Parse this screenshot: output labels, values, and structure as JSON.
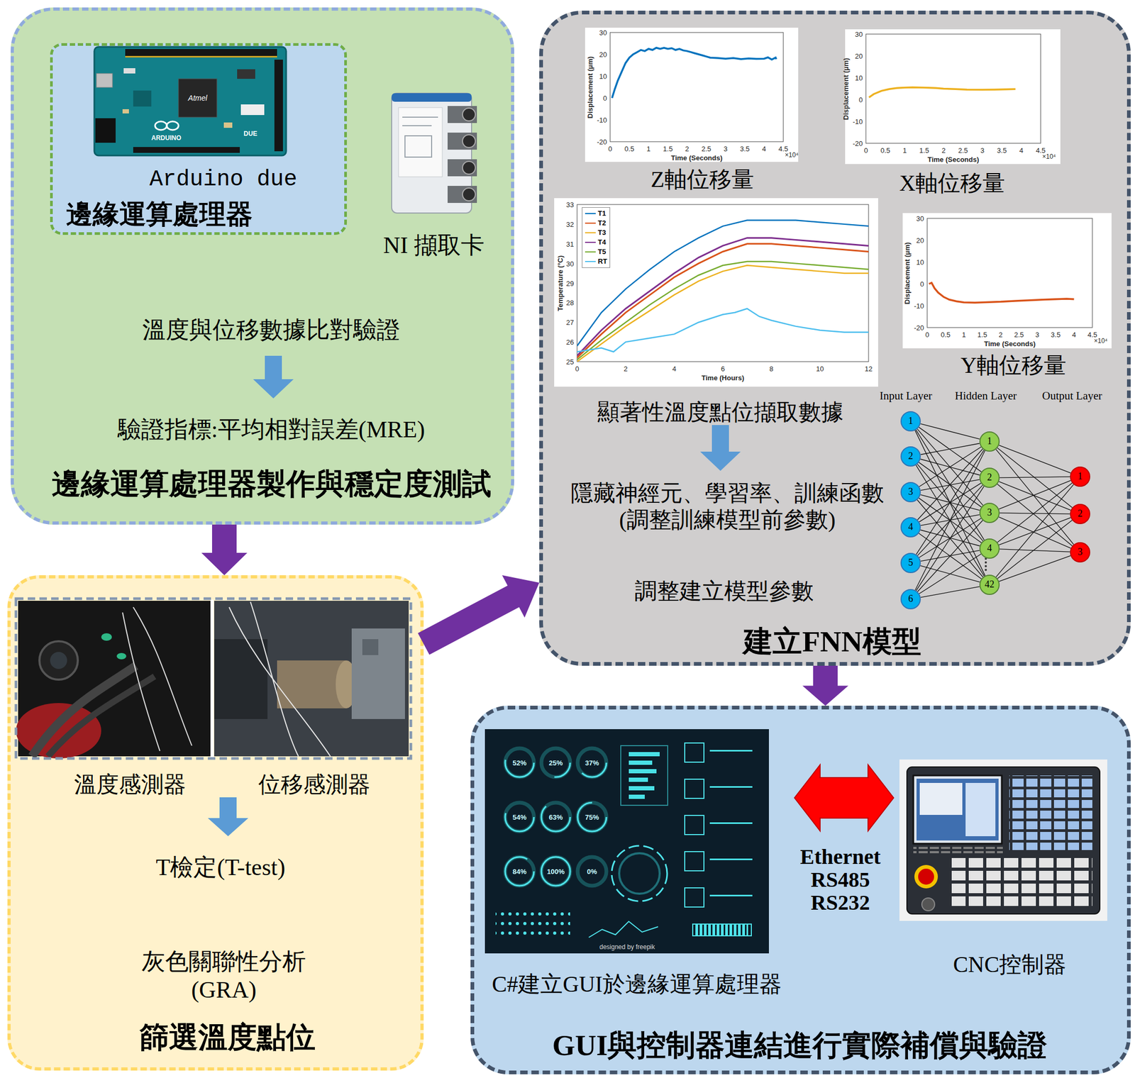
{
  "diagram": {
    "nodes": [
      {
        "text": [
          "NI 擷取卡",
          "溫度與位移數據比對驗證",
          "驗證指標:平均相對誤差(MRE)",
          "邊緣運算處理器製作與穩定度測試"
        ]
      },
      {
        "text": [
          "Arduino due",
          "邊緣運算處理器"
        ],
        "in": 0
      },
      {
        "text": [
          "溫度感測器",
          "位移感測器",
          "T檢定(T-test)",
          "灰色關聯性分析 (GRA)",
          "篩選溫度點位"
        ]
      },
      {
        "text": [
          "Z軸位移量",
          "X軸位移量",
          "顯著性溫度點位擷取數據",
          "Y軸位移量",
          "隱藏神經元、學習率、訓練函數 (調整訓練模型前參數)",
          "調整建立模型參數",
          "建立FNN模型"
        ]
      },
      {
        "text": [
          "1"
        ],
        "in": 3
      },
      {
        "text": [
          "2"
        ],
        "in": 3
      },
      {
        "text": [
          "3"
        ],
        "in": 3
      },
      {
        "text": [
          "4"
        ],
        "in": 3
      },
      {
        "text": [
          "5"
        ],
        "in": 3
      },
      {
        "text": [
          "6"
        ],
        "in": 3
      },
      {
        "text": [
          "1"
        ],
        "in": 3
      },
      {
        "text": [
          "2"
        ],
        "in": 3
      },
      {
        "text": [
          "3"
        ],
        "in": 3
      },
      {
        "text": [
          "4"
        ],
        "in": 3
      },
      {
        "text": [
          "42"
        ],
        "in": 3
      },
      {
        "text": [
          "1"
        ],
        "in": 3
      },
      {
        "text": [
          "2"
        ],
        "in": 3
      },
      {
        "text": [
          "3"
        ],
        "in": 3
      },
      {
        "text": [
          "GUI與控制器連結進行實際補償與驗證"
        ]
      },
      {
        "text": [
          "C#建立GUI於邊緣運算處理器"
        ],
        "in": 18
      },
      {
        "text": [
          "CNC控制器"
        ],
        "in": 18
      }
    ],
    "edges": [
      {
        "from": 0,
        "to": 2,
        "arrow": "to"
      },
      {
        "from": 2,
        "to": 3,
        "arrow": "to"
      },
      {
        "from": 3,
        "to": 18,
        "arrow": "to"
      },
      {
        "from": 19,
        "to": 20,
        "label": "Ethernet RS485 RS232",
        "arrow": "both"
      },
      {
        "from": 4,
        "to": 10,
        "arrow": "none"
      },
      {
        "from": 4,
        "to": 11,
        "arrow": "none"
      },
      {
        "from": 4,
        "to": 12,
        "arrow": "none"
      },
      {
        "from": 4,
        "to": 13,
        "arrow": "none"
      },
      {
        "from": 4,
        "to": 14,
        "arrow": "none"
      },
      {
        "from": 5,
        "to": 10,
        "arrow": "none"
      },
      {
        "from": 5,
        "to": 11,
        "arrow": "none"
      },
      {
        "from": 5,
        "to": 12,
        "arrow": "none"
      },
      {
        "from": 5,
        "to": 13,
        "arrow": "none"
      },
      {
        "from": 5,
        "to": 14,
        "arrow": "none"
      },
      {
        "from": 6,
        "to": 10,
        "arrow": "none"
      },
      {
        "from": 6,
        "to": 11,
        "arrow": "none"
      },
      {
        "from": 6,
        "to": 12,
        "arrow": "none"
      },
      {
        "from": 6,
        "to": 13,
        "arrow": "none"
      },
      {
        "from": 6,
        "to": 14,
        "arrow": "none"
      },
      {
        "from": 7,
        "to": 10,
        "arrow": "none"
      },
      {
        "from": 7,
        "to": 11,
        "arrow": "none"
      },
      {
        "from": 7,
        "to": 12,
        "arrow": "none"
      },
      {
        "from": 7,
        "to": 13,
        "arrow": "none"
      },
      {
        "from": 7,
        "to": 14,
        "arrow": "none"
      },
      {
        "from": 8,
        "to": 10,
        "arrow": "none"
      },
      {
        "from": 8,
        "to": 11,
        "arrow": "none"
      },
      {
        "from": 8,
        "to": 12,
        "arrow": "none"
      },
      {
        "from": 8,
        "to": 13,
        "arrow": "none"
      },
      {
        "from": 8,
        "to": 14,
        "arrow": "none"
      },
      {
        "from": 9,
        "to": 10,
        "arrow": "none"
      },
      {
        "from": 9,
        "to": 11,
        "arrow": "none"
      },
      {
        "from": 9,
        "to": 12,
        "arrow": "none"
      },
      {
        "from": 9,
        "to": 13,
        "arrow": "none"
      },
      {
        "from": 9,
        "to": 14,
        "arrow": "none"
      },
      {
        "from": 10,
        "to": 15,
        "arrow": "none"
      },
      {
        "from": 10,
        "to": 16,
        "arrow": "none"
      },
      {
        "from": 10,
        "to": 17,
        "arrow": "none"
      },
      {
        "from": 11,
        "to": 15,
        "arrow": "none"
      },
      {
        "from": 11,
        "to": 16,
        "arrow": "none"
      },
      {
        "from": 11,
        "to": 17,
        "arrow": "none"
      },
      {
        "from": 12,
        "to": 15,
        "arrow": "none"
      },
      {
        "from": 12,
        "to": 16,
        "arrow": "none"
      },
      {
        "from": 12,
        "to": 17,
        "arrow": "none"
      },
      {
        "from": 13,
        "to": 15,
        "arrow": "none"
      },
      {
        "from": 13,
        "to": 16,
        "arrow": "none"
      },
      {
        "from": 13,
        "to": 17,
        "arrow": "none"
      },
      {
        "from": 14,
        "to": 15,
        "arrow": "none"
      },
      {
        "from": 14,
        "to": 16,
        "arrow": "none"
      },
      {
        "from": 14,
        "to": 17,
        "arrow": "none"
      }
    ],
    "labels": [
      "ARDUINO",
      "DUE",
      "Atmel",
      "30",
      "20",
      "10",
      "0",
      "-10",
      "-20",
      "0",
      "0.5",
      "1",
      "1.5",
      "2",
      "2.5",
      "3",
      "3.5",
      "4",
      "4.5",
      "×10⁴",
      "Displacement (μm)",
      "Time (Seconds)",
      "30",
      "20",
      "10",
      "0",
      "-10",
      "-20",
      "0",
      "0.5",
      "1",
      "1.5",
      "2",
      "2.5",
      "3",
      "3.5",
      "4",
      "4.5",
      "×10⁴",
      "Displacement (μm)",
      "Time (Seconds)",
      "30",
      "20",
      "10",
      "0",
      "-10",
      "-20",
      "0",
      "0.5",
      "1",
      "1.5",
      "2",
      "2.5",
      "3",
      "3.5",
      "4",
      "4.5",
      "×10⁴",
      "Displacement (μm)",
      "Time (Seconds)",
      "33",
      "32",
      "31",
      "30",
      "29",
      "28",
      "27",
      "26",
      "25",
      "0",
      "2",
      "4",
      "6",
      "8",
      "10",
      "12",
      "Temperature (°C)",
      "Time (Hours)",
      "Input Layer",
      "Hidden Layer",
      "Output Layer",
      "52%",
      "25%",
      "37%",
      "54%",
      "63%",
      "75%",
      "84%",
      "100%",
      "0%",
      "designed by freepik"
    ],
    "legend": [
      {
        "text": "T1"
      },
      {
        "text": "T2"
      },
      {
        "text": "T3"
      },
      {
        "text": "T4"
      },
      {
        "text": "T5"
      },
      {
        "text": "RT"
      }
    ]
  }
}
